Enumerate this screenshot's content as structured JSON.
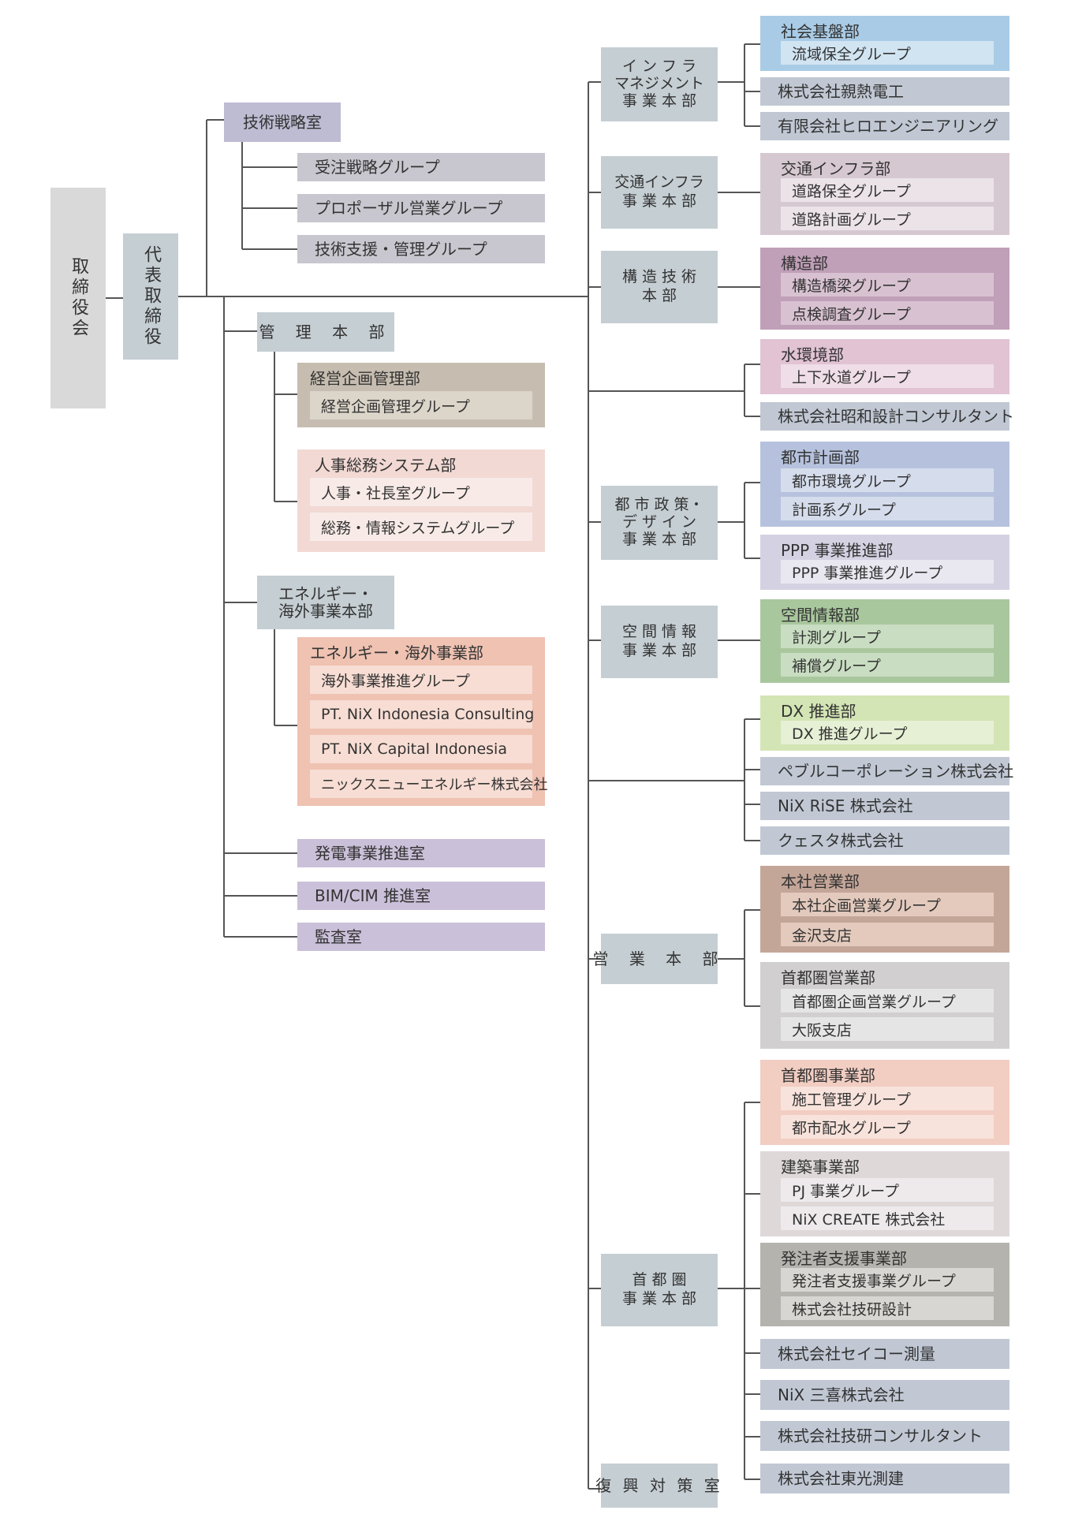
{
  "colors": {
    "line": "#555555",
    "gray": "#d9d9d9",
    "blueGray": "#c5ced3",
    "mid": "#c1c2cc"
  },
  "nodes": {
    "board": "取締役会",
    "president": "代表取締役",
    "tech_strategy": "技術戦略室",
    "ts_sub": [
      "受注戦略グループ",
      "プロポーザル営業グループ",
      "技術支援・管理グループ"
    ],
    "admin_hq": "管 理 本 部",
    "mgmt_planning": {
      "title": "経営企画管理部",
      "items": [
        "経営企画管理グループ"
      ]
    },
    "hr_general": {
      "title": "人事総務システム部",
      "items": [
        "人事・社長室グループ",
        "総務・情報システムグループ"
      ]
    },
    "energy_hq_l1": "エネルギー・",
    "energy_hq_l2": "海外事業本部",
    "energy_dept": {
      "title": "エネルギー・海外事業部",
      "items": [
        "海外事業推進グループ",
        "PT. NiX Indonesia Consulting",
        "PT. NiX Capital Indonesia",
        "ニックスニューエネルギー株式会社"
      ]
    },
    "power_office": "発電事業推進室",
    "bim_office": "BIM/CIM 推進室",
    "audit_office": "監査室",
    "infra_hq": [
      "イ ン フ ラ",
      "マネジメント",
      "事 業 本 部"
    ],
    "transport_hq": [
      "交通インフラ",
      "事 業 本 部"
    ],
    "structure_hq": [
      "構 造 技 術",
      "本 部"
    ],
    "urban_hq": [
      "都 市 政 策・",
      "デ ザ イ ン",
      "事 業 本 部"
    ],
    "spatial_hq": [
      "空 間 情 報",
      "事 業 本 部"
    ],
    "sales_hq": "営 業 本 部",
    "capital_hq": [
      "首 都 圏",
      "事 業 本 部"
    ],
    "recovery_office": "復 興 対 策 室",
    "right": {
      "social": {
        "title": "社会基盤部",
        "items": [
          "流域保全グループ"
        ]
      },
      "shinnetsu": "株式会社親熱電工",
      "hiro": "有限会社ヒロエンジニアリング",
      "transport": {
        "title": "交通インフラ部",
        "items": [
          "道路保全グループ",
          "道路計画グループ"
        ]
      },
      "structure": {
        "title": "構造部",
        "items": [
          "構造橋梁グループ",
          "点検調査グループ"
        ]
      },
      "water": {
        "title": "水環境部",
        "items": [
          "上下水道グループ"
        ]
      },
      "showa": "株式会社昭和設計コンサルタント",
      "urban": {
        "title": "都市計画部",
        "items": [
          "都市環境グループ",
          "計画系グループ"
        ]
      },
      "ppp": {
        "title": "PPP 事業推進部",
        "items": [
          "PPP 事業推進グループ"
        ]
      },
      "spatial": {
        "title": "空間情報部",
        "items": [
          "計測グループ",
          "補償グループ"
        ]
      },
      "dx": {
        "title": "DX 推進部",
        "items": [
          "DX 推進グループ"
        ]
      },
      "pebble": "ペブルコーポレーション株式会社",
      "rise": "NiX RiSE 株式会社",
      "questa": "クェスタ株式会社",
      "hq_sales": {
        "title": "本社営業部",
        "items": [
          "本社企画営業グループ",
          "金沢支店"
        ]
      },
      "cap_sales": {
        "title": "首都圏営業部",
        "items": [
          "首都圏企画営業グループ",
          "大阪支店"
        ]
      },
      "cap_biz": {
        "title": "首都圏事業部",
        "items": [
          "施工管理グループ",
          "都市配水グループ"
        ]
      },
      "arch": {
        "title": "建築事業部",
        "items": [
          "PJ 事業グループ",
          "NiX CREATE 株式会社"
        ]
      },
      "client": {
        "title": "発注者支援事業部",
        "items": [
          "発注者支援事業グループ",
          "株式会社技研設計"
        ]
      },
      "seiko": "株式会社セイコー測量",
      "miki": "NiX 三喜株式会社",
      "giken": "株式会社技研コンサルタント",
      "toko": "株式会社東光測建"
    }
  }
}
